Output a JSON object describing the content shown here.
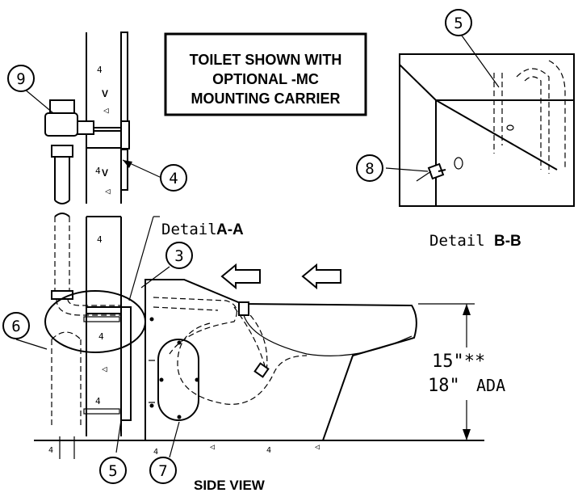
{
  "title_box": {
    "line1": "TOILET SHOWN WITH",
    "line2": "OPTIONAL -MC",
    "line3": "MOUNTING CARRIER"
  },
  "labels": {
    "detail_aa_prefix": "Detail",
    "detail_aa_id": "A-A",
    "detail_bb_prefix": "Detail",
    "detail_bb_id": "B-B",
    "side_view": "SIDE VIEW",
    "height_standard": "15\"**",
    "height_ada_value": "18\"",
    "height_ada_unit": "ADA"
  },
  "callouts": [
    {
      "id": "callout-9",
      "number": "9"
    },
    {
      "id": "callout-4",
      "number": "4"
    },
    {
      "id": "callout-3",
      "number": "3"
    },
    {
      "id": "callout-6",
      "number": "6"
    },
    {
      "id": "callout-5-bottom",
      "number": "5"
    },
    {
      "id": "callout-7",
      "number": "7"
    },
    {
      "id": "callout-5-detail",
      "number": "5"
    },
    {
      "id": "callout-8",
      "number": "8"
    }
  ]
}
